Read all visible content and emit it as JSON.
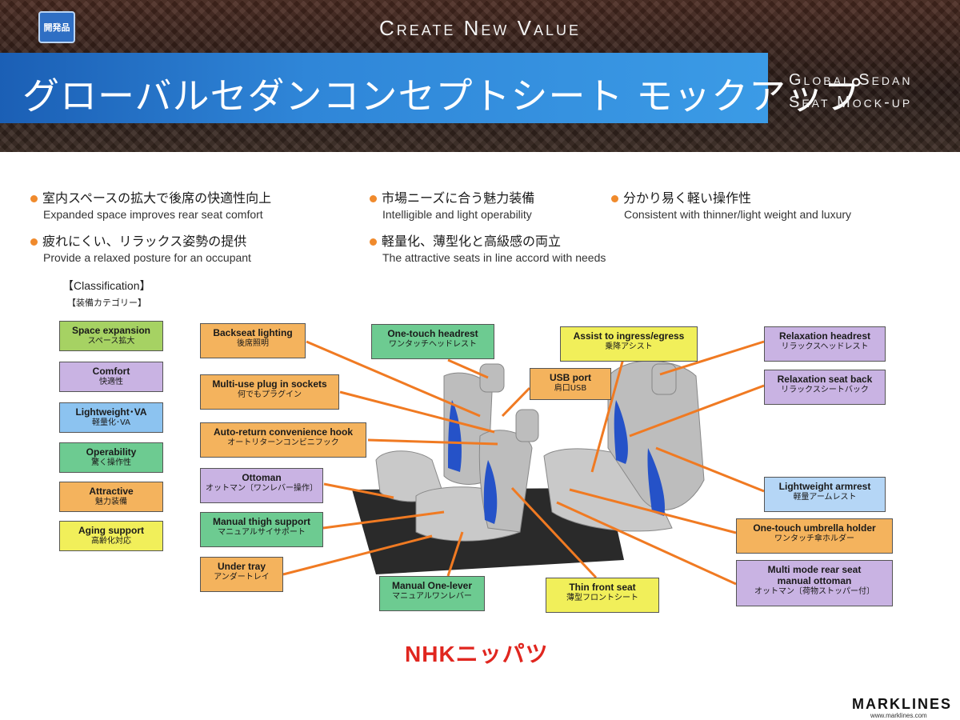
{
  "header": {
    "badge": "開発品",
    "tagline": "Create New Value",
    "title_jp": "グローバルセダンコンセプトシート モックアップ",
    "title_en": "Global Sedan\nSeat Mock-up"
  },
  "features": [
    {
      "jp": "室内スペースの拡大で後席の快適性向上",
      "en": "Expanded space improves rear seat comfort"
    },
    {
      "jp": "疲れにくい、リラックス姿勢の提供",
      "en": "Provide a relaxed posture for an occupant"
    },
    {
      "jp": "市場ニーズに合う魅力装備",
      "en": "Intelligible and light operability"
    },
    {
      "jp": "軽量化、薄型化と高級感の両立",
      "en": "The attractive seats in line accord with needs"
    },
    {
      "jp": "分かり易く軽い操作性",
      "en": "Consistent with thinner/light weight and luxury"
    }
  ],
  "classification": {
    "title": "【Classification】",
    "subtitle": "【装備カテゴリー】",
    "items": [
      {
        "en": "Space expansion",
        "jp": "スペース拡大",
        "color": "#a6d263"
      },
      {
        "en": "Comfort",
        "jp": "快適性",
        "color": "#c9b3e3"
      },
      {
        "en": "Lightweight･VA",
        "jp": "軽量化･VA",
        "color": "#8cc3f0"
      },
      {
        "en": "Operability",
        "jp": "驚く操作性",
        "color": "#6dcb91"
      },
      {
        "en": "Attractive",
        "jp": "魅力装備",
        "color": "#f4b35d"
      },
      {
        "en": "Aging support",
        "jp": "高齢化対応",
        "color": "#f1ef5a"
      }
    ]
  },
  "labels": {
    "backseat_lighting": {
      "en": "Backseat lighting",
      "jp": "後席照明"
    },
    "multi_use_plug": {
      "en": "Multi-use plug in sockets",
      "jp": "何でもプラグイン"
    },
    "auto_return_hook": {
      "en": "Auto-return convenience hook",
      "jp": "オートリターンコンビニフック"
    },
    "ottoman": {
      "en": "Ottoman",
      "jp": "オットマン〔ワンレバー操作〕"
    },
    "manual_thigh": {
      "en": "Manual thigh support",
      "jp": "マニュアルサイサポート"
    },
    "under_tray": {
      "en": "Under tray",
      "jp": "アンダートレイ"
    },
    "one_touch_headrest": {
      "en": "One-touch headrest",
      "jp": "ワンタッチヘッドレスト"
    },
    "usb_port": {
      "en": "USB port",
      "jp": "肩口USB"
    },
    "manual_one_lever": {
      "en": "Manual One-lever",
      "jp": "マニュアルワンレバー"
    },
    "assist_ingress": {
      "en": "Assist to ingress/egress",
      "jp": "乗降アシスト"
    },
    "thin_front_seat": {
      "en": "Thin front seat",
      "jp": "薄型フロントシート"
    },
    "relaxation_headrest": {
      "en": "Relaxation headrest",
      "jp": "リラックスヘッドレスト"
    },
    "relaxation_seatback": {
      "en": "Relaxation seat back",
      "jp": "リラックスシートバック"
    },
    "lightweight_armrest": {
      "en": "Lightweight armrest",
      "jp": "軽量アームレスト"
    },
    "umbrella_holder": {
      "en": "One-touch umbrella holder",
      "jp": "ワンタッチ傘ホルダー"
    },
    "multi_mode_ottoman": {
      "en": "Multi mode rear seat\nmanual ottoman",
      "jp": "オットマン〔荷物ストッパー付〕"
    }
  },
  "footer": {
    "logo": "NHKニッパツ",
    "watermark": "MARKLINES",
    "watermark_url": "www.marklines.com"
  },
  "colors": {
    "accent_orange": "#f08a2c",
    "title_blue": "#2f86d8",
    "logo_red": "#e0261f"
  }
}
